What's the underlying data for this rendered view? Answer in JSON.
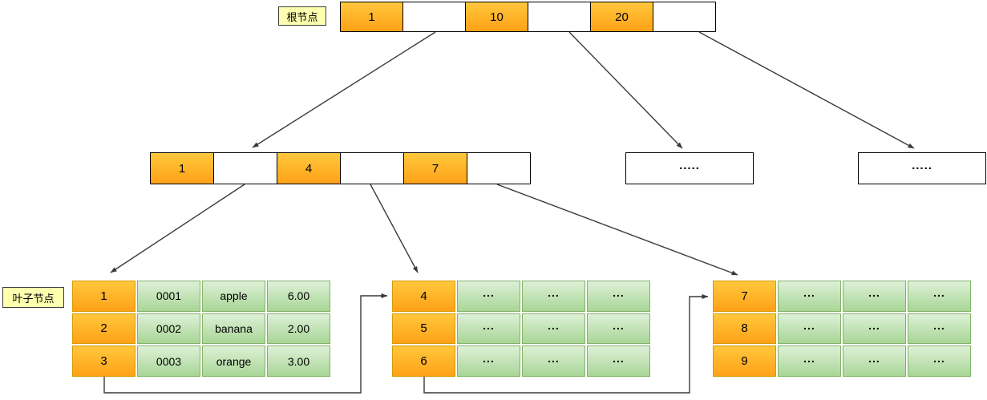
{
  "labels": {
    "root_node": "根节点",
    "leaf_node": "叶子节点"
  },
  "root_node": {
    "cells": [
      "1",
      "",
      "10",
      "",
      "20",
      ""
    ]
  },
  "internal_node": {
    "cells": [
      "1",
      "",
      "4",
      "",
      "7",
      ""
    ]
  },
  "collapsed_nodes": {
    "left": ".....",
    "right": "....."
  },
  "leaf_tables": [
    {
      "rows": [
        [
          "1",
          "0001",
          "apple",
          "6.00"
        ],
        [
          "2",
          "0002",
          "banana",
          "2.00"
        ],
        [
          "3",
          "0003",
          "orange",
          "3.00"
        ]
      ]
    },
    {
      "rows": [
        [
          "4",
          "...",
          "...",
          "..."
        ],
        [
          "5",
          "...",
          "...",
          "..."
        ],
        [
          "6",
          "...",
          "...",
          "..."
        ]
      ]
    },
    {
      "rows": [
        [
          "7",
          "...",
          "...",
          "..."
        ],
        [
          "8",
          "...",
          "...",
          "..."
        ],
        [
          "9",
          "...",
          "...",
          "..."
        ]
      ]
    }
  ],
  "colors": {
    "orange_top": "#ffc83d",
    "orange_bottom": "#ffa117",
    "green_top": "#def0d7",
    "green_bottom": "#a8d696",
    "leaf_key_border": "#d79b00",
    "leaf_data_border": "#82b366",
    "node_border": "#000000",
    "label_bg": "#ffffb0",
    "label_border": "#3c3c3c",
    "edge": "#3a3a3a"
  }
}
